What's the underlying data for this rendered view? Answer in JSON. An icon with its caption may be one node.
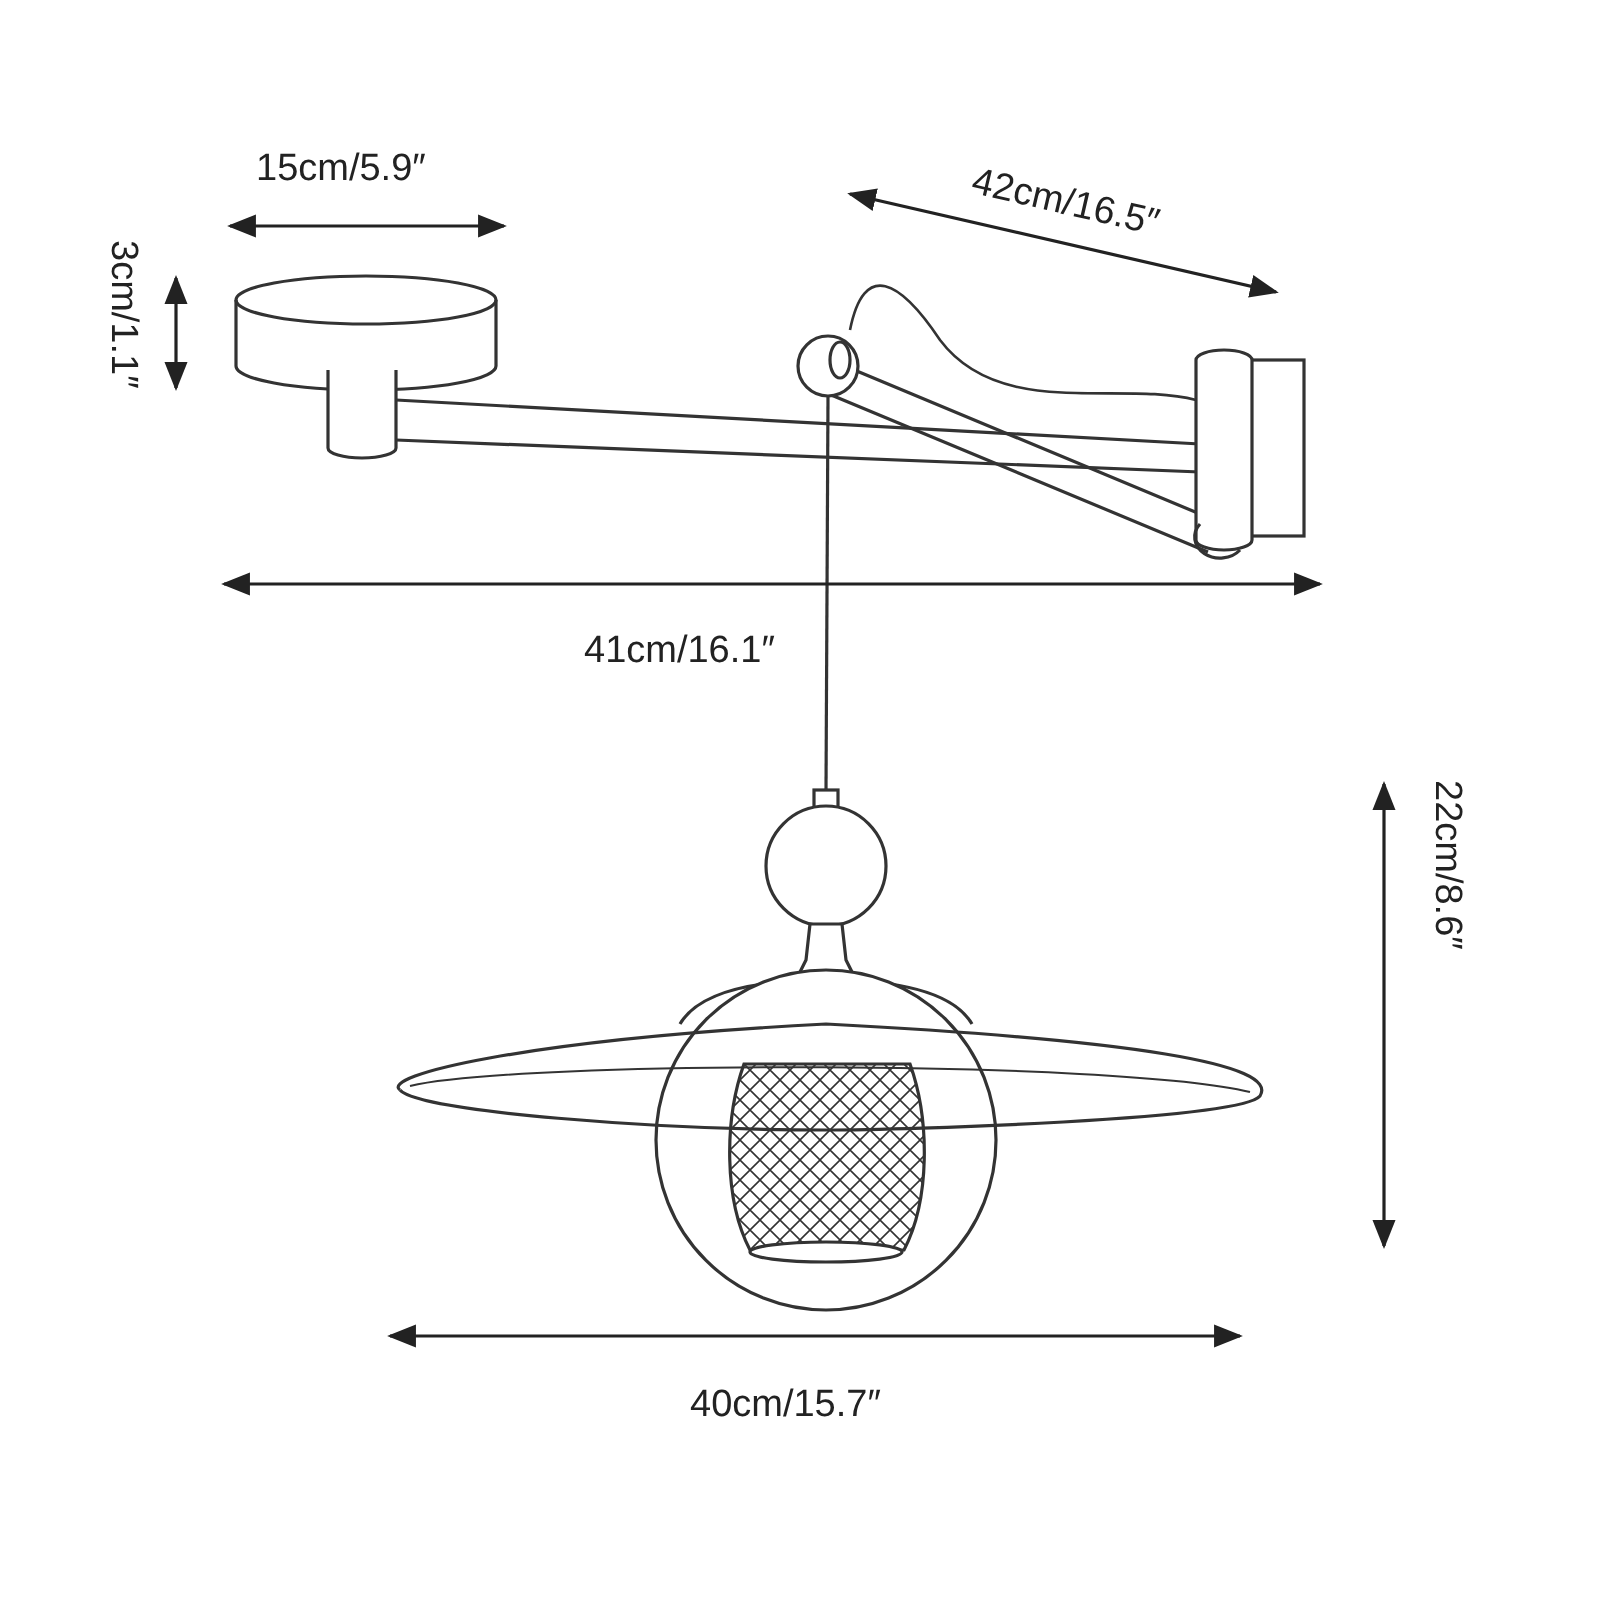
{
  "diagram": {
    "labels": [
      "15cm/5.9″",
      "42cm/16.5″",
      "3cm/1.1″",
      "41cm/16.1″",
      "22cm/8.6″",
      "40cm/15.7″"
    ]
  }
}
